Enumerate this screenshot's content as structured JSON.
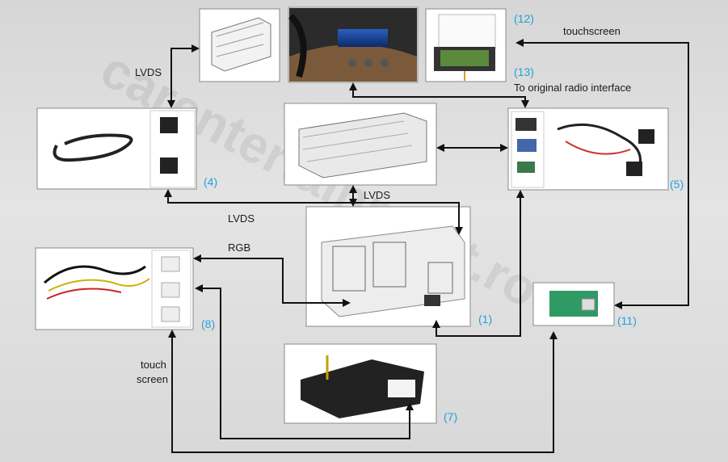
{
  "watermark": "carentertainment.ro",
  "number_color": "#1ea2dc",
  "labels": {
    "lvds_top_left": "LVDS",
    "lvds_center": "LVDS",
    "lvds_mid_left": "LVDS",
    "rgb": "RGB",
    "touchscreen_right": "touchscreen",
    "original_radio": "To original radio interface",
    "touch_line1": "touch",
    "touch_line2": "screen"
  },
  "components": {
    "n1": "(1)",
    "n4": "(4)",
    "n5": "(5)",
    "n7": "(7)",
    "n8": "(8)",
    "n11": "(11)",
    "n12": "(12)",
    "n13": "(13)"
  }
}
